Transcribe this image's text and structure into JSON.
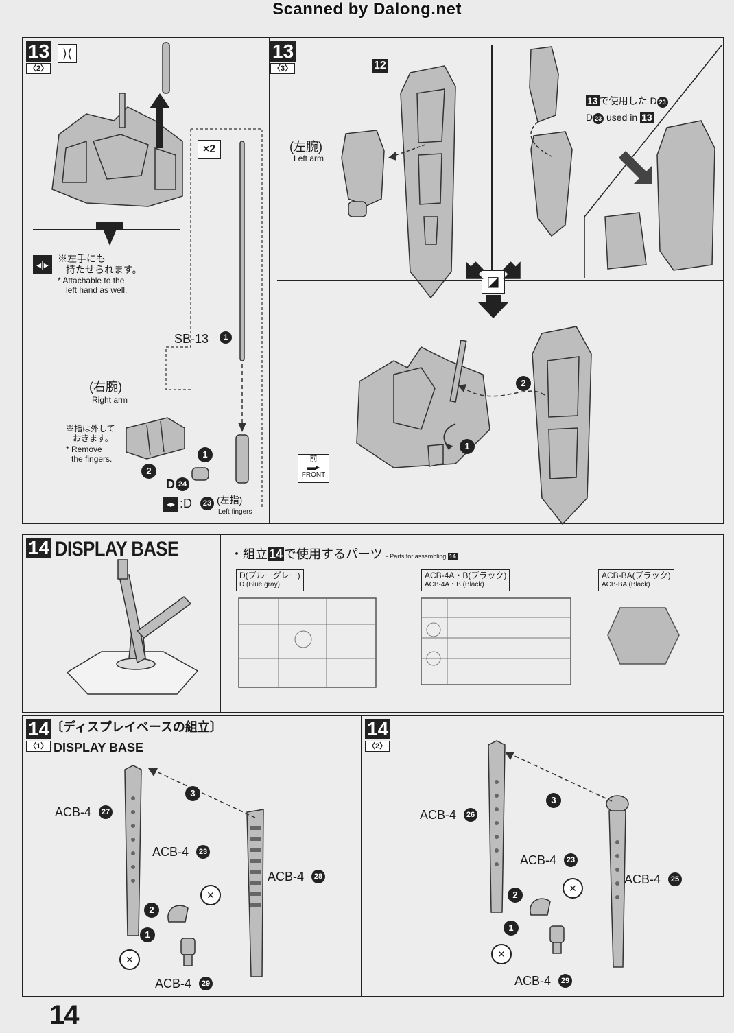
{
  "scan_credit": "Scanned by Dalong.net",
  "step13_2": {
    "step": "13",
    "sub": "〈2〉",
    "count_badge": "×2",
    "note_jp_1": "※左手にも",
    "note_jp_2": "持たせられます。",
    "note_en_1": "* Attachable to the",
    "note_en_2": "left hand as well.",
    "part_sb": "SB-13",
    "part_sb_num": "1",
    "right_arm_jp": "(右腕)",
    "right_arm_en": "Right arm",
    "remove_jp_1": "※指は外して",
    "remove_jp_2": "おきます。",
    "remove_en_1": "* Remove",
    "remove_en_2": "the fingers.",
    "part_d": "D",
    "part_d_num": "24",
    "part_d_alt": ":D",
    "part_d_alt_num": "23",
    "left_fingers_jp": "(左指)",
    "left_fingers_en": "Left fingers",
    "arrow1": "1",
    "arrow2": "2"
  },
  "step13_3": {
    "step": "13",
    "sub": "〈3〉",
    "ref_step": "12",
    "left_arm_jp": "(左腕)",
    "left_arm_en": "Left arm",
    "used_jp": "で使用した D",
    "used_jp_ref": "13",
    "used_jp_num": "23",
    "used_en": "D",
    "used_en_num": "23",
    "used_en_text": "used in",
    "used_en_ref": "13",
    "front_jp": "前",
    "front_en": "FRONT",
    "arrow1": "1",
    "arrow2": "2"
  },
  "step14": {
    "step": "14",
    "title": "DISPLAY BASE",
    "parts_heading": "・組立",
    "parts_heading_step": "14",
    "parts_heading_rest": "で使用するパーツ",
    "parts_heading_en": "- Parts for assembling",
    "parts_heading_en_step": "14",
    "runners": [
      {
        "jp": "D(ブルーグレー)",
        "en": "D (Blue gray)"
      },
      {
        "jp": "ACB-4A・B(ブラック)",
        "en": "ACB-4A・B (Black)"
      },
      {
        "jp": "ACB-BA(ブラック)",
        "en": "ACB-BA (Black)"
      }
    ]
  },
  "step14_1": {
    "step": "14",
    "sub": "〈1〉",
    "title_jp": "〔ディスプレイベースの組立〕",
    "title_en": "DISPLAY BASE",
    "parts": [
      {
        "name": "ACB-4",
        "num": "27"
      },
      {
        "name": "ACB-4",
        "num": "23"
      },
      {
        "name": "ACB-4",
        "num": "28"
      },
      {
        "name": "ACB-4",
        "num": "29"
      }
    ],
    "arrows": [
      "1",
      "2",
      "3"
    ]
  },
  "step14_2": {
    "step": "14",
    "sub": "〈2〉",
    "parts": [
      {
        "name": "ACB-4",
        "num": "26"
      },
      {
        "name": "ACB-4",
        "num": "23"
      },
      {
        "name": "ACB-4",
        "num": "25"
      },
      {
        "name": "ACB-4",
        "num": "29"
      }
    ],
    "arrows": [
      "1",
      "2",
      "3"
    ]
  },
  "page_number": "14"
}
